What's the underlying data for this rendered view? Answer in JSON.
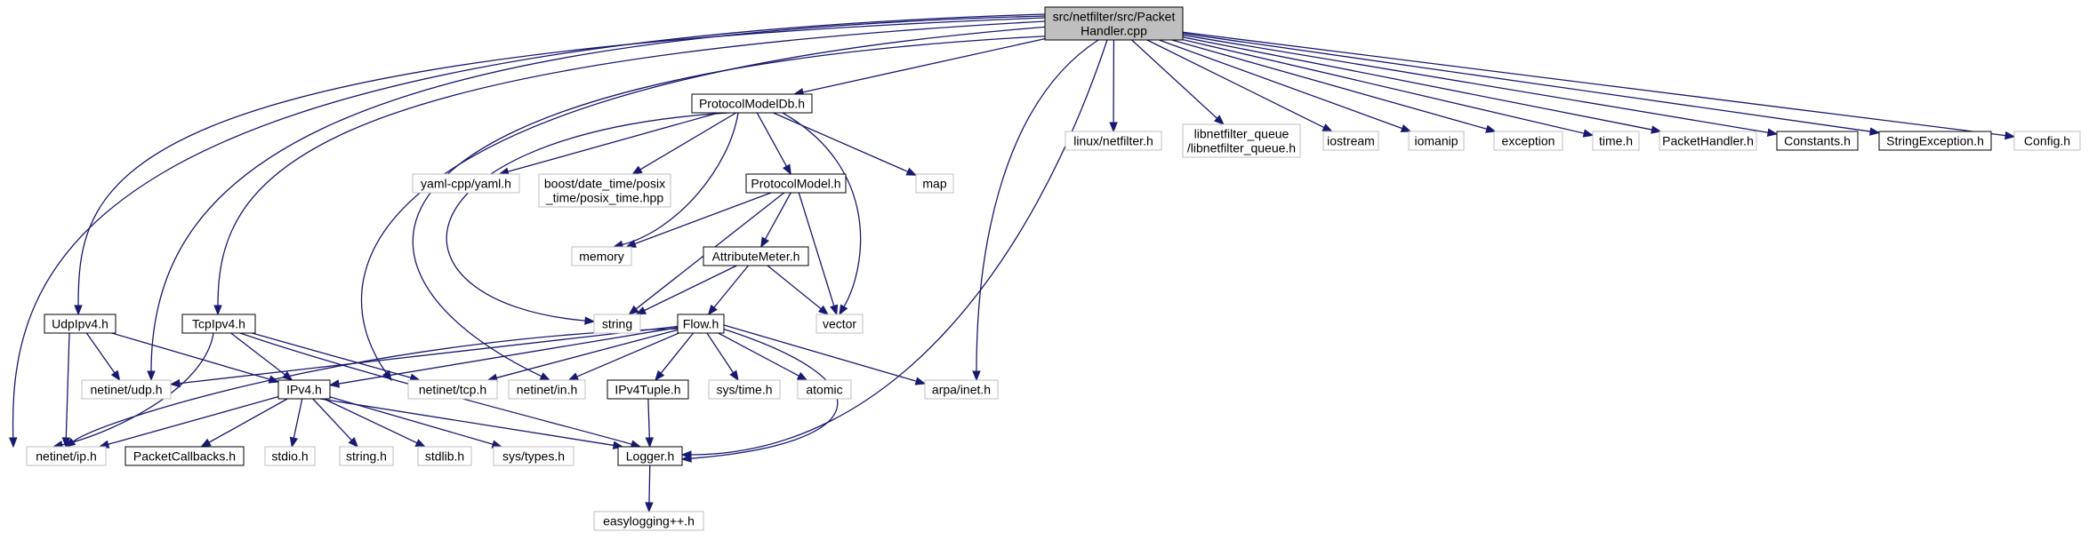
{
  "diagram": {
    "root": "root",
    "colors": {
      "edge": "#191970",
      "documented_border": "#000000",
      "undocumented_border": "#bfbfbf",
      "root_fill": "#bfbfbf",
      "text": "#000000"
    },
    "nodes": [
      {
        "id": "root",
        "label": [
          "src/netfilter/src/Packet",
          "Handler.cpp"
        ],
        "kind": "root"
      },
      {
        "id": "protocolmodeldb",
        "label": [
          "ProtocolModelDb.h"
        ],
        "kind": "documented"
      },
      {
        "id": "linux_netfilter",
        "label": [
          "linux/netfilter.h"
        ],
        "kind": "undocumented"
      },
      {
        "id": "libnetfilter_queue",
        "label": [
          "libnetfilter_queue",
          "/libnetfilter_queue.h"
        ],
        "kind": "undocumented"
      },
      {
        "id": "iostream",
        "label": [
          "iostream"
        ],
        "kind": "undocumented"
      },
      {
        "id": "iomanip",
        "label": [
          "iomanip"
        ],
        "kind": "undocumented"
      },
      {
        "id": "exception",
        "label": [
          "exception"
        ],
        "kind": "undocumented"
      },
      {
        "id": "time_h",
        "label": [
          "time.h"
        ],
        "kind": "undocumented"
      },
      {
        "id": "packethandler_h",
        "label": [
          "PacketHandler.h"
        ],
        "kind": "undocumented"
      },
      {
        "id": "constants_h",
        "label": [
          "Constants.h"
        ],
        "kind": "documented"
      },
      {
        "id": "stringexception_h",
        "label": [
          "StringException.h"
        ],
        "kind": "documented"
      },
      {
        "id": "config_h",
        "label": [
          "Config.h"
        ],
        "kind": "undocumented"
      },
      {
        "id": "yaml",
        "label": [
          "yaml-cpp/yaml.h"
        ],
        "kind": "undocumented"
      },
      {
        "id": "posix_time",
        "label": [
          "boost/date_time/posix",
          "_time/posix_time.hpp"
        ],
        "kind": "undocumented"
      },
      {
        "id": "protocolmodel",
        "label": [
          "ProtocolModel.h"
        ],
        "kind": "documented"
      },
      {
        "id": "map",
        "label": [
          "map"
        ],
        "kind": "undocumented"
      },
      {
        "id": "memory",
        "label": [
          "memory"
        ],
        "kind": "undocumented"
      },
      {
        "id": "attributemeter",
        "label": [
          "AttributeMeter.h"
        ],
        "kind": "documented"
      },
      {
        "id": "string",
        "label": [
          "string"
        ],
        "kind": "undocumented"
      },
      {
        "id": "vector",
        "label": [
          "vector"
        ],
        "kind": "undocumented"
      },
      {
        "id": "flow",
        "label": [
          "Flow.h"
        ],
        "kind": "documented"
      },
      {
        "id": "udpipv4",
        "label": [
          "UdpIpv4.h"
        ],
        "kind": "documented"
      },
      {
        "id": "tcpipv4",
        "label": [
          "TcpIpv4.h"
        ],
        "kind": "documented"
      },
      {
        "id": "netinet_udp",
        "label": [
          "netinet/udp.h"
        ],
        "kind": "undocumented"
      },
      {
        "id": "ipv4",
        "label": [
          "IPv4.h"
        ],
        "kind": "documented"
      },
      {
        "id": "netinet_tcp",
        "label": [
          "netinet/tcp.h"
        ],
        "kind": "undocumented"
      },
      {
        "id": "netinet_in",
        "label": [
          "netinet/in.h"
        ],
        "kind": "undocumented"
      },
      {
        "id": "ipv4tuple",
        "label": [
          "IPv4Tuple.h"
        ],
        "kind": "documented"
      },
      {
        "id": "sys_time",
        "label": [
          "sys/time.h"
        ],
        "kind": "undocumented"
      },
      {
        "id": "atomic",
        "label": [
          "atomic"
        ],
        "kind": "undocumented"
      },
      {
        "id": "arpa_inet",
        "label": [
          "arpa/inet.h"
        ],
        "kind": "undocumented"
      },
      {
        "id": "netinet_ip",
        "label": [
          "netinet/ip.h"
        ],
        "kind": "undocumented"
      },
      {
        "id": "packetcallbacks",
        "label": [
          "PacketCallbacks.h"
        ],
        "kind": "documented"
      },
      {
        "id": "stdio",
        "label": [
          "stdio.h"
        ],
        "kind": "undocumented"
      },
      {
        "id": "string_h",
        "label": [
          "string.h"
        ],
        "kind": "undocumented"
      },
      {
        "id": "stdlib",
        "label": [
          "stdlib.h"
        ],
        "kind": "undocumented"
      },
      {
        "id": "sys_types",
        "label": [
          "sys/types.h"
        ],
        "kind": "undocumented"
      },
      {
        "id": "logger",
        "label": [
          "Logger.h"
        ],
        "kind": "documented"
      },
      {
        "id": "easylogging",
        "label": [
          "easylogging++.h"
        ],
        "kind": "undocumented"
      }
    ],
    "edges": [
      [
        "root",
        "protocolmodeldb"
      ],
      [
        "root",
        "linux_netfilter"
      ],
      [
        "root",
        "libnetfilter_queue"
      ],
      [
        "root",
        "iostream"
      ],
      [
        "root",
        "iomanip"
      ],
      [
        "root",
        "exception"
      ],
      [
        "root",
        "time_h"
      ],
      [
        "root",
        "packethandler_h"
      ],
      [
        "root",
        "constants_h"
      ],
      [
        "root",
        "stringexception_h"
      ],
      [
        "root",
        "config_h"
      ],
      [
        "root",
        "udpipv4"
      ],
      [
        "root",
        "tcpipv4"
      ],
      [
        "root",
        "netinet_udp"
      ],
      [
        "root",
        "netinet_ip"
      ],
      [
        "root",
        "netinet_tcp"
      ],
      [
        "root",
        "netinet_in"
      ],
      [
        "root",
        "arpa_inet"
      ],
      [
        "root",
        "logger"
      ],
      [
        "protocolmodeldb",
        "yaml"
      ],
      [
        "protocolmodeldb",
        "posix_time"
      ],
      [
        "protocolmodeldb",
        "protocolmodel"
      ],
      [
        "protocolmodeldb",
        "map"
      ],
      [
        "protocolmodeldb",
        "memory"
      ],
      [
        "protocolmodeldb",
        "string"
      ],
      [
        "protocolmodeldb",
        "vector"
      ],
      [
        "protocolmodel",
        "memory"
      ],
      [
        "protocolmodel",
        "attributemeter"
      ],
      [
        "protocolmodel",
        "string"
      ],
      [
        "protocolmodel",
        "vector"
      ],
      [
        "attributemeter",
        "string"
      ],
      [
        "attributemeter",
        "vector"
      ],
      [
        "attributemeter",
        "flow"
      ],
      [
        "flow",
        "netinet_udp"
      ],
      [
        "flow",
        "ipv4"
      ],
      [
        "flow",
        "netinet_tcp"
      ],
      [
        "flow",
        "netinet_in"
      ],
      [
        "flow",
        "ipv4tuple"
      ],
      [
        "flow",
        "sys_time"
      ],
      [
        "flow",
        "atomic"
      ],
      [
        "flow",
        "arpa_inet"
      ],
      [
        "flow",
        "netinet_ip"
      ],
      [
        "flow",
        "logger"
      ],
      [
        "udpipv4",
        "netinet_udp"
      ],
      [
        "udpipv4",
        "ipv4"
      ],
      [
        "udpipv4",
        "netinet_ip"
      ],
      [
        "tcpipv4",
        "ipv4"
      ],
      [
        "tcpipv4",
        "netinet_tcp"
      ],
      [
        "tcpipv4",
        "netinet_ip"
      ],
      [
        "tcpipv4",
        "logger"
      ],
      [
        "ipv4",
        "netinet_ip"
      ],
      [
        "ipv4",
        "packetcallbacks"
      ],
      [
        "ipv4",
        "stdio"
      ],
      [
        "ipv4",
        "string_h"
      ],
      [
        "ipv4",
        "stdlib"
      ],
      [
        "ipv4",
        "sys_types"
      ],
      [
        "ipv4",
        "logger"
      ],
      [
        "ipv4tuple",
        "logger"
      ],
      [
        "logger",
        "easylogging"
      ]
    ]
  }
}
